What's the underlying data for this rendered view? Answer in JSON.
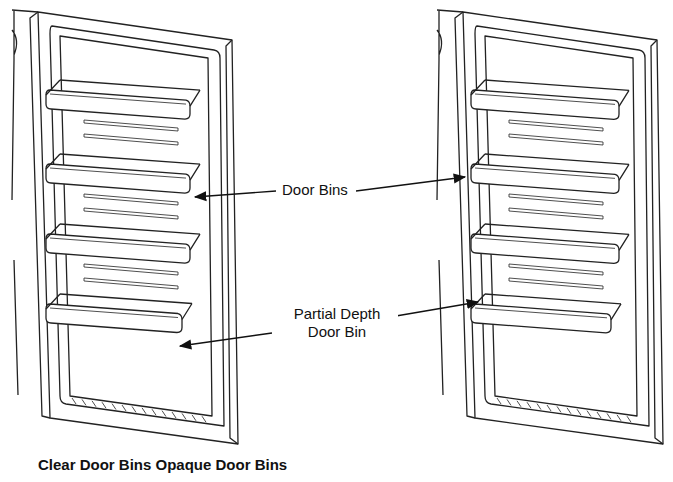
{
  "diagram": {
    "caption": "Clear Door Bins Opaque Door Bins",
    "labels": [
      "Door Bins",
      "Partial Depth Door Bin"
    ]
  }
}
